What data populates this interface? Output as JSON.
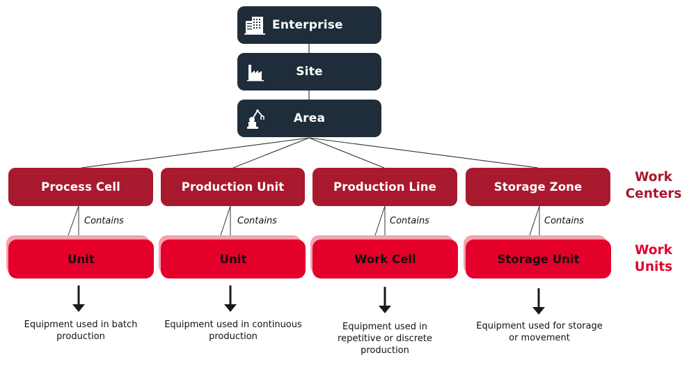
{
  "hierarchy": {
    "levels": [
      {
        "label": "Enterprise",
        "icon": "building-icon"
      },
      {
        "label": "Site",
        "icon": "factory-icon"
      },
      {
        "label": "Area",
        "icon": "robot-arm-icon"
      }
    ]
  },
  "side_labels": {
    "work_centers": "Work Centers",
    "work_units": "Work Units"
  },
  "columns": [
    {
      "work_center": "Process Cell",
      "relation": "Contains",
      "work_unit": "Unit",
      "description": "Equipment used in batch production"
    },
    {
      "work_center": "Production Unit",
      "relation": "Contains",
      "work_unit": "Unit",
      "description": "Equipment used in continuous production"
    },
    {
      "work_center": "Production Line",
      "relation": "Contains",
      "work_unit": "Work Cell",
      "description": "Equipment used in repetitive or discrete production"
    },
    {
      "work_center": "Storage Zone",
      "relation": "Contains",
      "work_unit": "Storage Unit",
      "description": "Equipment used for storage or movement"
    }
  ],
  "colors": {
    "hierarchy_box": "#1f2d3a",
    "work_center": "#a8192e",
    "work_unit": "#e4002b",
    "work_unit_shadow": "#f4a3ae"
  }
}
